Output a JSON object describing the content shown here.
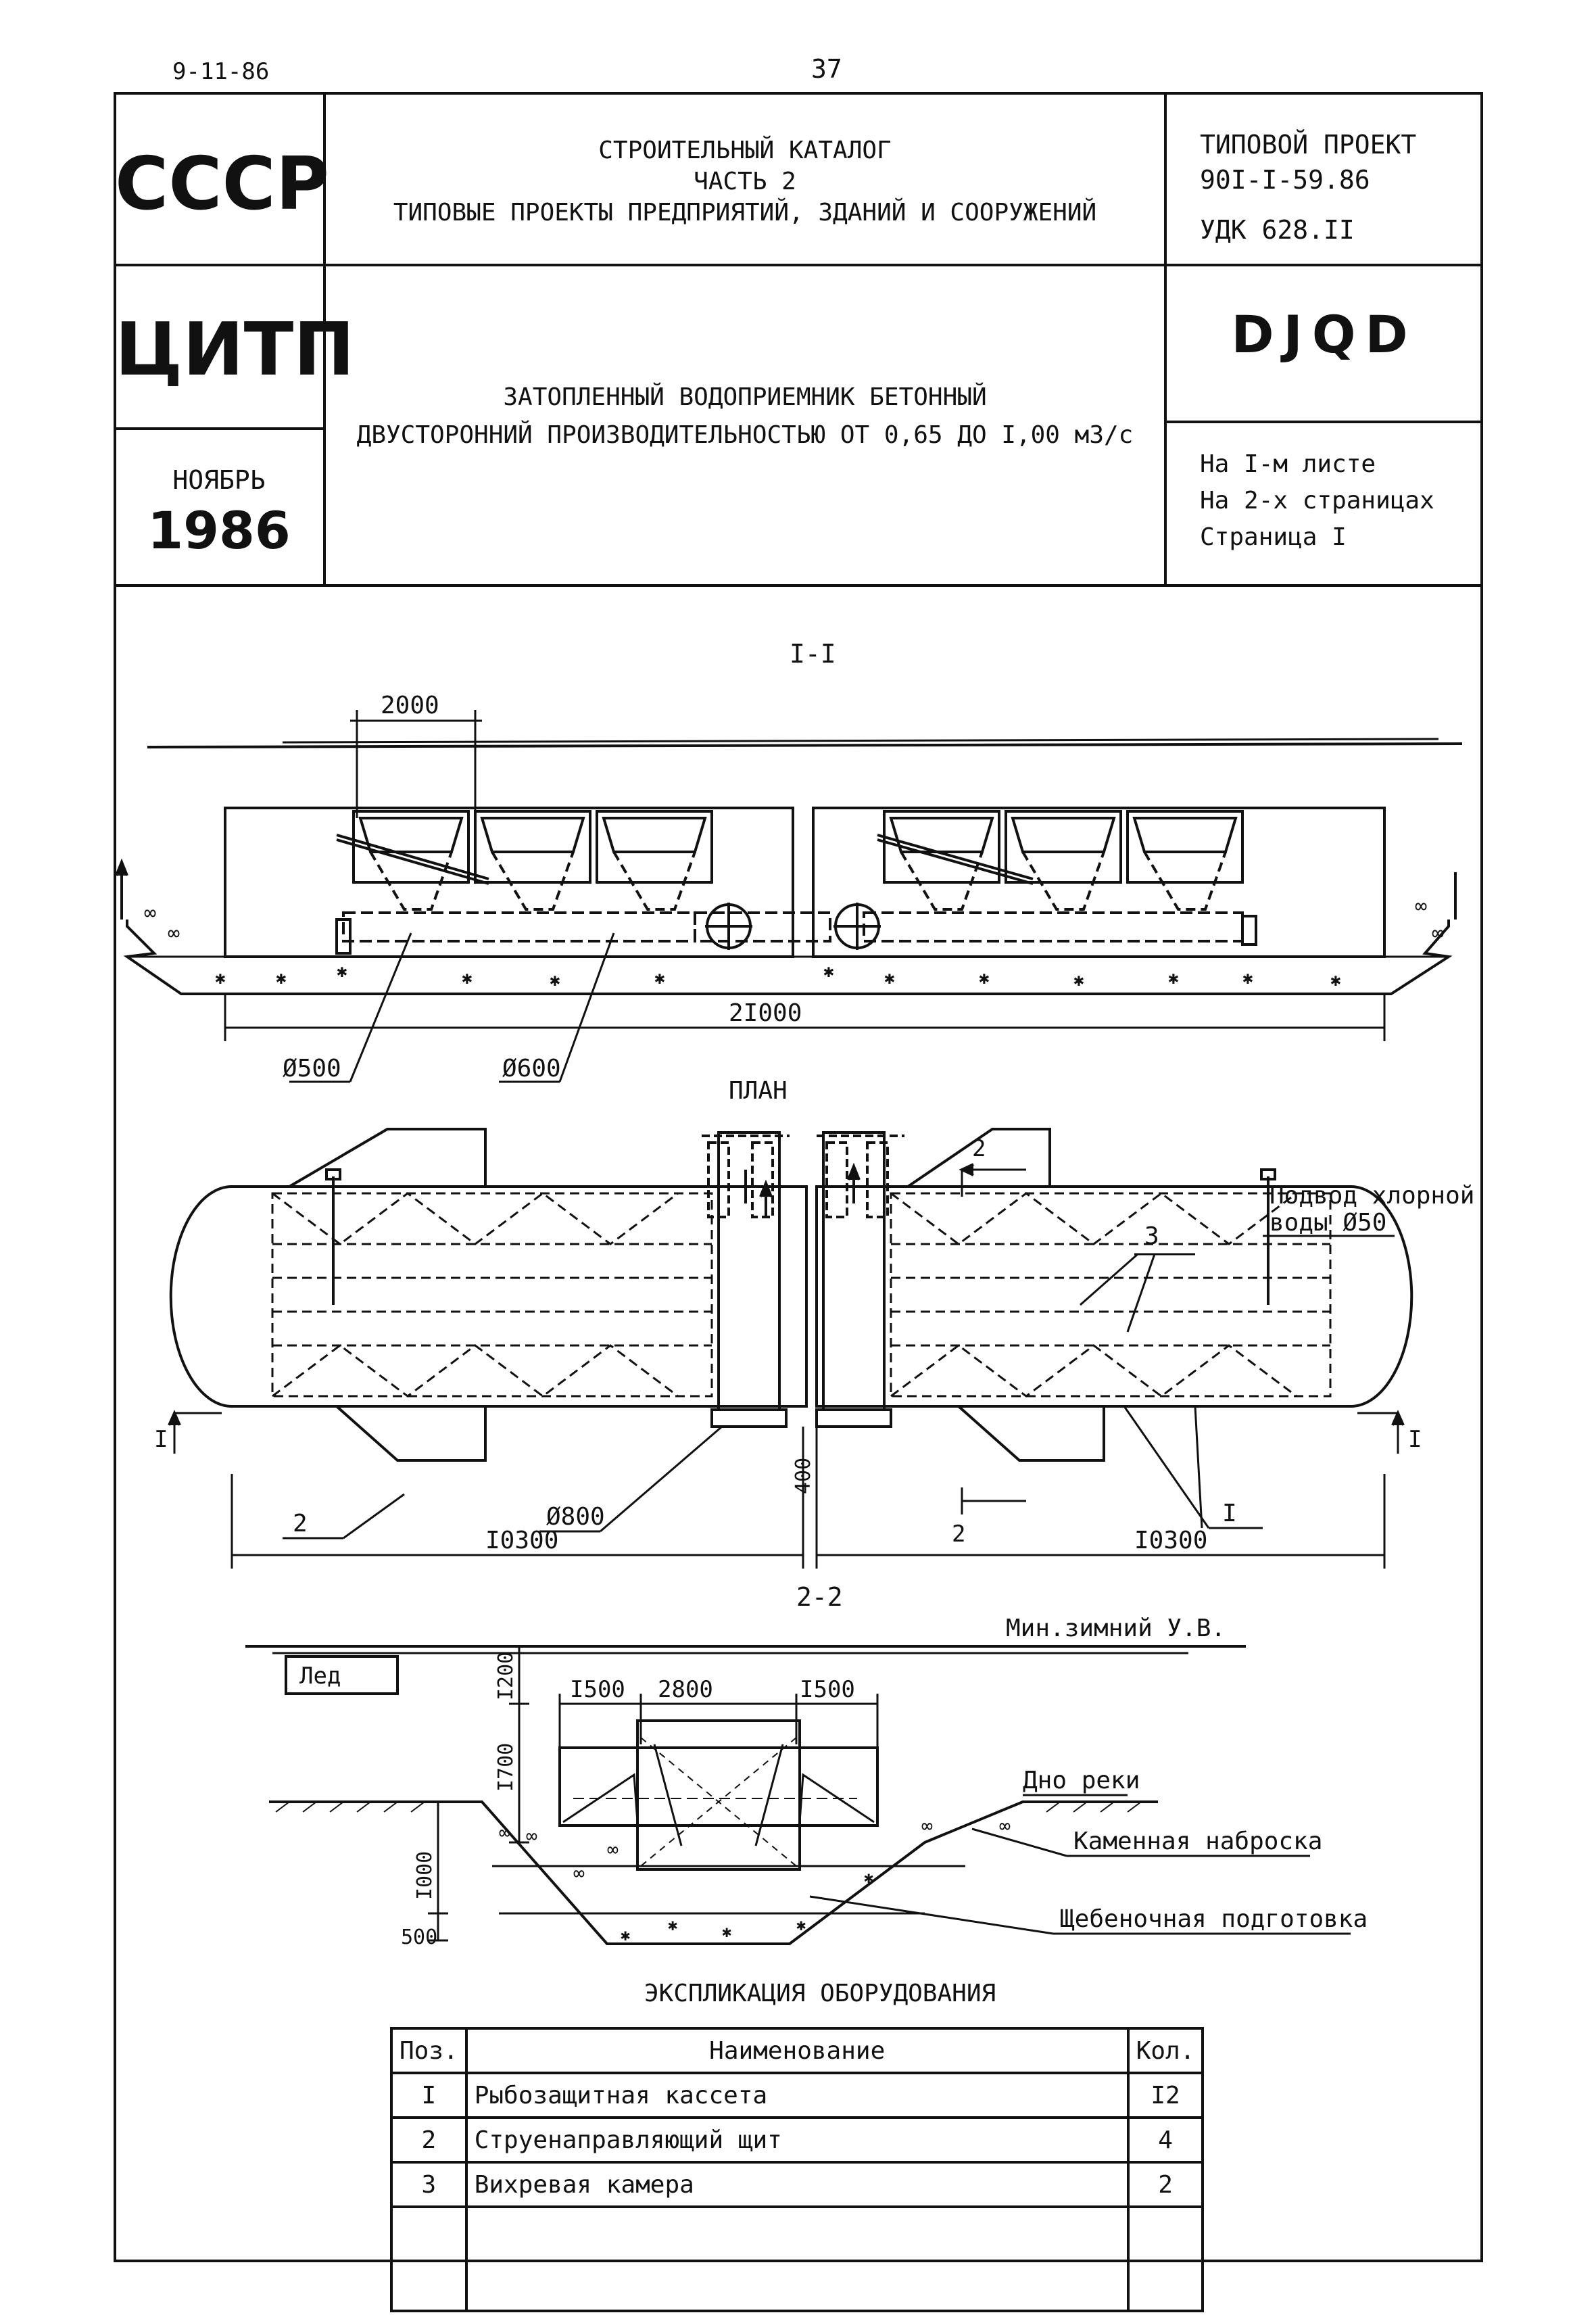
{
  "page": {
    "date": "9-11-86",
    "number": "37"
  },
  "header": {
    "org_top": "СССР",
    "org_bottom": "ЦИТП",
    "month": "НОЯБРЬ",
    "year": "1986",
    "catalog": [
      "СТРОИТЕЛЬНЫЙ КАТАЛОГ",
      "ЧАСТЬ 2",
      "ТИПОВЫЕ ПРОЕКТЫ ПРЕДПРИЯТИЙ, ЗДАНИЙ И СООРУЖЕНИЙ"
    ],
    "project_label": "ТИПОВОЙ ПРОЕКТ",
    "project_number": "90I-I-59.86",
    "udk": "УДК 628.II",
    "code": "DJQD",
    "title": [
      "ЗАТОПЛЕННЫЙ ВОДОПРИЕМНИК БЕТОННЫЙ",
      "ДВУСТОРОННИЙ ПРОИЗВОДИТЕЛЬНОСТЬЮ ОТ 0,65 ДО I,00 м3/с"
    ],
    "sheet_info": [
      "На I-м листе",
      "На 2-х страницах",
      "Страница I"
    ]
  },
  "section_1": {
    "title": "I-I",
    "dim_top": "2000",
    "dim_total": "2I000",
    "pipe_a": "Ø500",
    "pipe_b": "Ø600"
  },
  "plan": {
    "title": "ПЛАН",
    "chlorine_1": "Подвод хлорной",
    "chlorine_2": "воды Ø50",
    "pos_3": "3",
    "pos_2": "2",
    "pos_1": "I",
    "pipe": "Ø800",
    "dim_left": "I0300",
    "dim_right": "I0300",
    "dim_gap": "400",
    "cut_2": "2",
    "cut_1": "I"
  },
  "section_2": {
    "title": "2-2",
    "water_level": "Мин.зимний У.В.",
    "ice": "Лед",
    "riverbed": "Дно реки",
    "stone": "Каменная наброска",
    "gravel": "Щебеночная подготовка",
    "dims_top": [
      "I500",
      "2800",
      "I500"
    ],
    "dim_v1": "I200",
    "dim_v2": "I700",
    "dim_v3": "I000",
    "dim_v4": "500"
  },
  "explication": {
    "title": "ЭКСПЛИКАЦИЯ ОБОРУДОВАНИЯ",
    "headers": [
      "Поз.",
      "Наименование",
      "Кол."
    ],
    "rows": [
      [
        "I",
        "Рыбозащитная кассета",
        "I2"
      ],
      [
        "2",
        "Струенаправляющий щит",
        "4"
      ],
      [
        "3",
        "Вихревая камера",
        "2"
      ]
    ]
  }
}
